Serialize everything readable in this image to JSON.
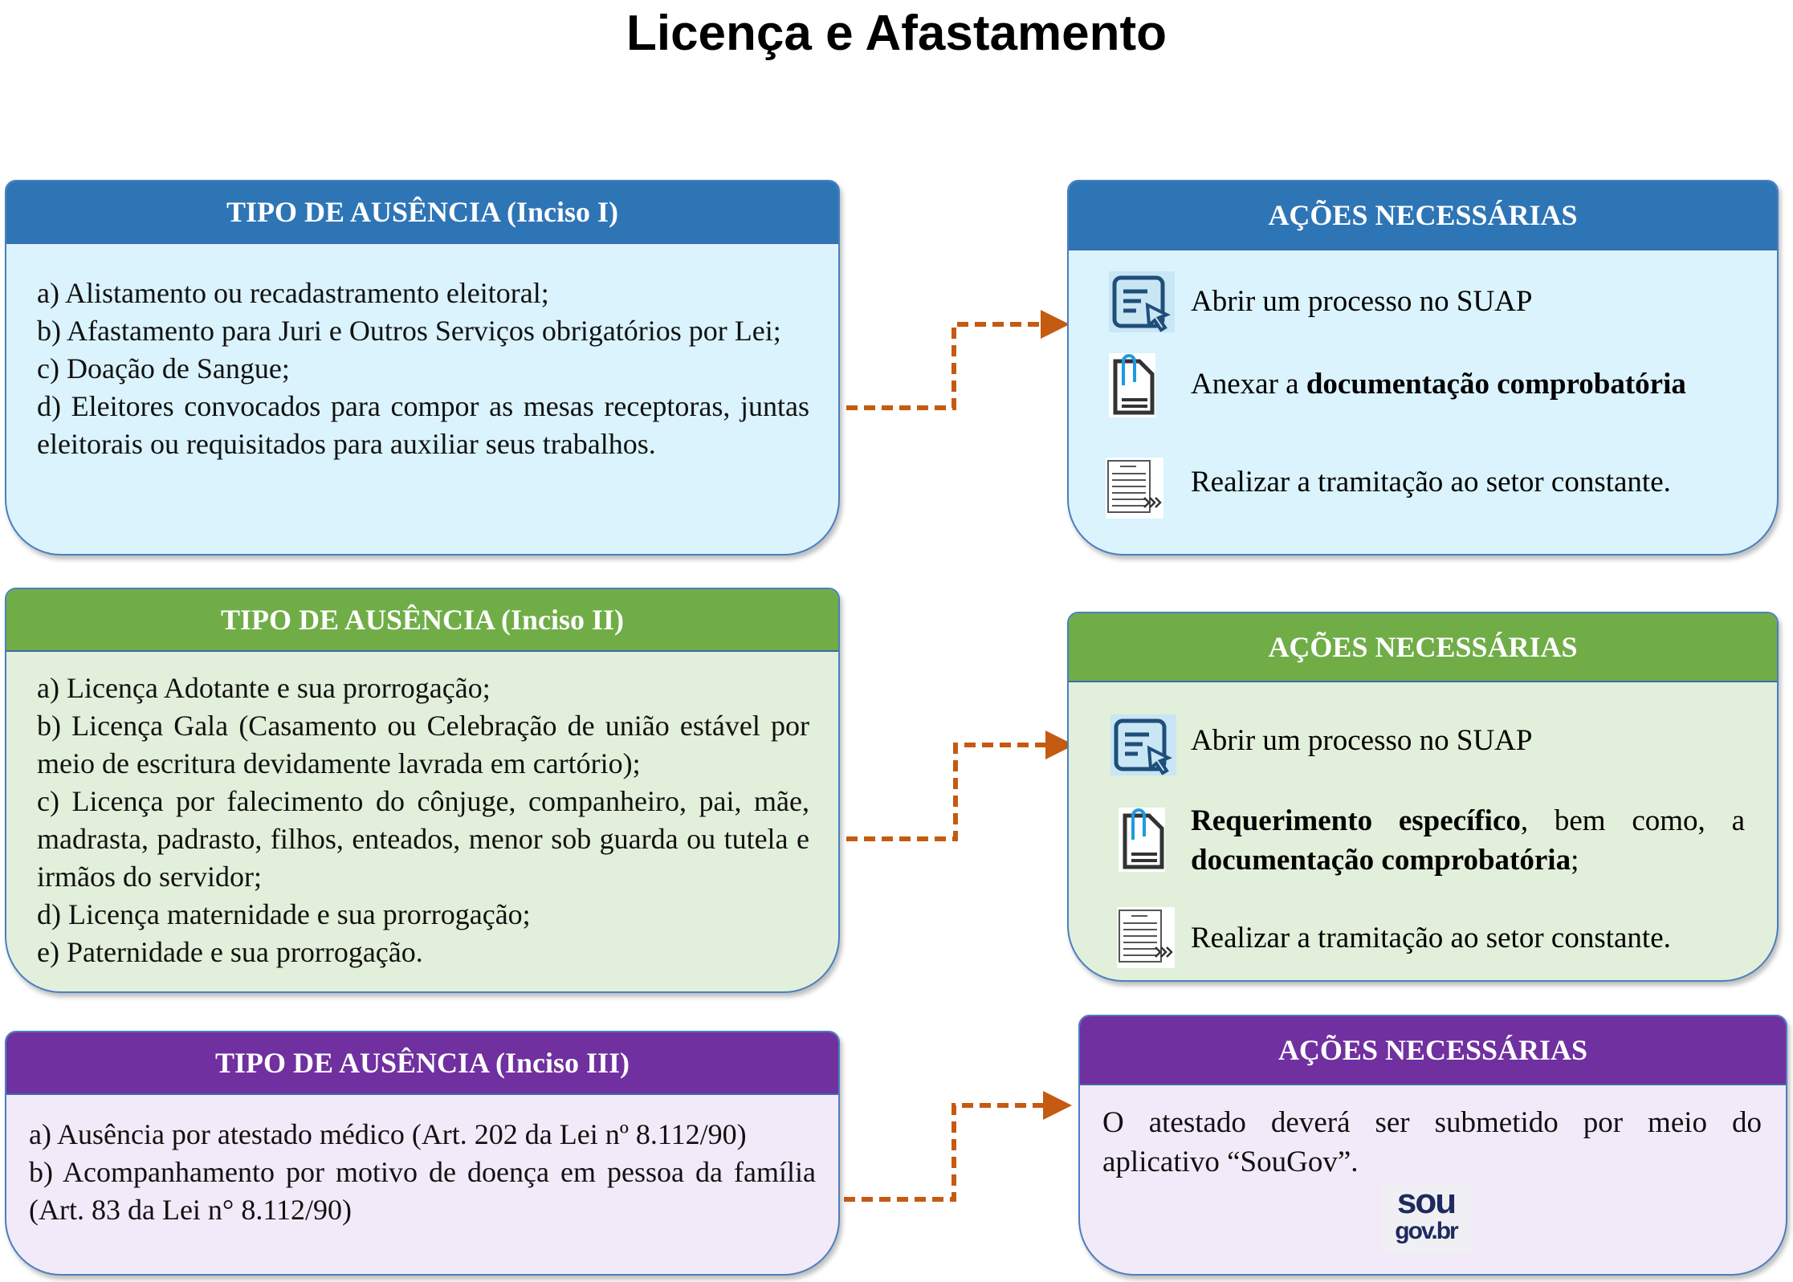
{
  "title": "Licença e Afastamento",
  "colors": {
    "blue": "#2E75B6",
    "green": "#70AD47",
    "purple": "#7030A0",
    "arrow": "#C55A11"
  },
  "sections": [
    {
      "type_header": "TIPO DE AUSÊNCIA (Inciso I)",
      "items": [
        "a) Alistamento ou recadastramento eleitoral;",
        "b) Afastamento para Juri e Outros Serviços obrigatórios por Lei;",
        "c) Doação de Sangue;",
        "d) Eleitores convocados para compor as mesas receptoras, juntas eleitorais ou requisitados para auxiliar seus trabalhos."
      ],
      "actions_header": "AÇÕES NECESSÁRIAS",
      "actions": [
        {
          "icon": "open-process-icon",
          "text": "Abrir um processo no SUAP"
        },
        {
          "icon": "attach-document-icon",
          "pre": "Anexar a ",
          "bold": "documentação comprobatória"
        },
        {
          "icon": "forward-document-icon",
          "text": "Realizar a tramitação ao setor constante."
        }
      ]
    },
    {
      "type_header": "TIPO DE AUSÊNCIA (Inciso II)",
      "items": [
        "a) Licença Adotante e sua prorrogação;",
        "b) Licença Gala (Casamento ou Celebração de união estável por meio de escritura devidamente lavrada em cartório);",
        "c) Licença por falecimento do cônjuge, companheiro, pai, mãe, madrasta, padrasto, filhos, enteados, menor sob guarda ou tutela e irmãos do servidor;",
        "d) Licença maternidade e sua prorrogação;",
        "e) Paternidade e sua prorrogação."
      ],
      "actions_header": "AÇÕES NECESSÁRIAS",
      "actions": [
        {
          "icon": "open-process-icon",
          "text": "Abrir um processo no SUAP"
        },
        {
          "icon": "attach-document-icon",
          "bold1": "Requerimento específico",
          "mid": ", bem como, a ",
          "bold2": "documentação comprobatória",
          "post": ";"
        },
        {
          "icon": "forward-document-icon",
          "text": "Realizar a tramitação ao setor constante."
        }
      ]
    },
    {
      "type_header": "TIPO DE AUSÊNCIA (Inciso III)",
      "items": [
        "a) Ausência por atestado médico (Art. 202 da Lei nº 8.112/90)",
        "b) Acompanhamento por motivo de doença em pessoa da família (Art. 83 da Lei n° 8.112/90)"
      ],
      "actions_header": "AÇÕES NECESSÁRIAS",
      "actions_text": "O atestado deverá ser submetido por meio do aplicativo “SouGov”.",
      "logo": {
        "line1": "sou",
        "line2": "gov.br"
      }
    }
  ]
}
